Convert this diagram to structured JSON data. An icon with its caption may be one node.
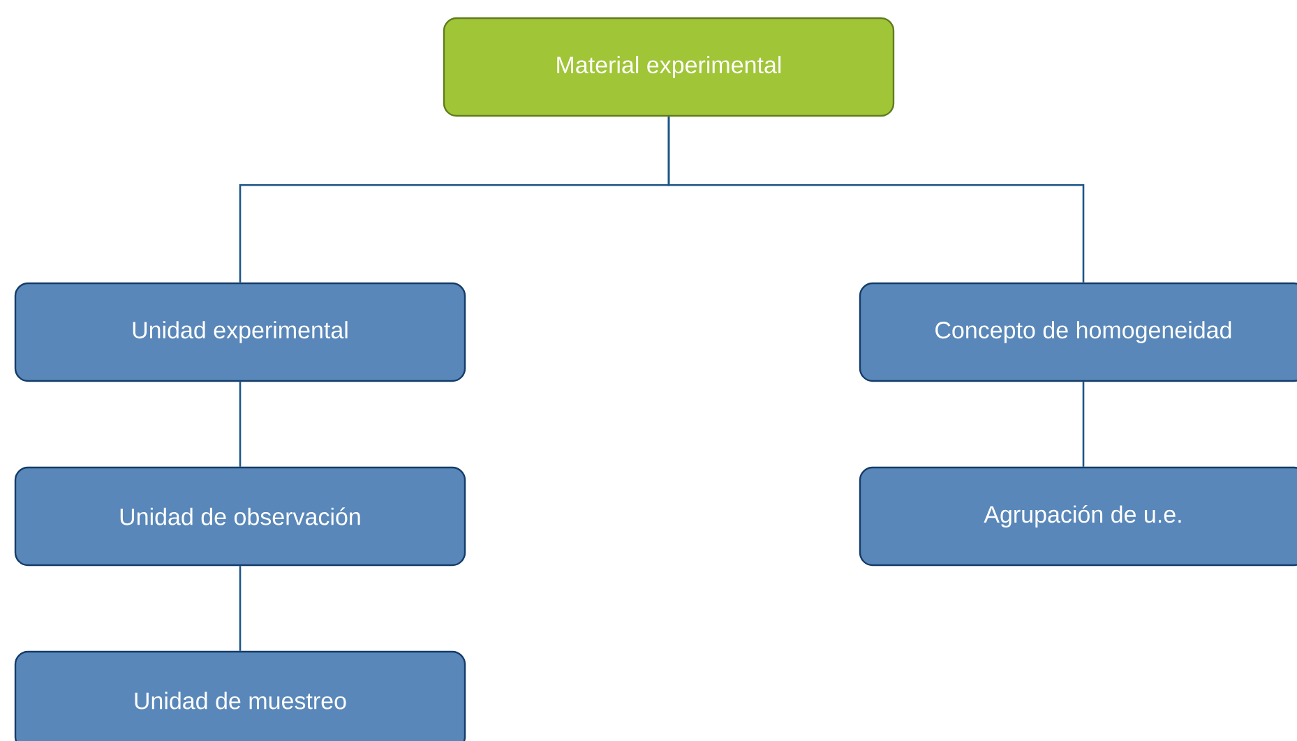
{
  "diagram": {
    "nodes": [
      {
        "text": [
          "Material experimental"
        ]
      },
      {
        "text": [
          "Unidad experimental"
        ]
      },
      {
        "text": [
          "Concepto de homogeneidad"
        ]
      },
      {
        "text": [
          "Unidad de observación"
        ]
      },
      {
        "text": [
          "Agrupación de u.e."
        ]
      },
      {
        "text": [
          "Unidad de muestreo"
        ]
      }
    ],
    "edges": [
      {
        "from": 0,
        "to": 1,
        "arrow": "none"
      },
      {
        "from": 0,
        "to": 2,
        "arrow": "none"
      },
      {
        "from": 1,
        "to": 3,
        "arrow": "none"
      },
      {
        "from": 3,
        "to": 5,
        "arrow": "none"
      },
      {
        "from": 2,
        "to": 4,
        "arrow": "none"
      }
    ]
  }
}
